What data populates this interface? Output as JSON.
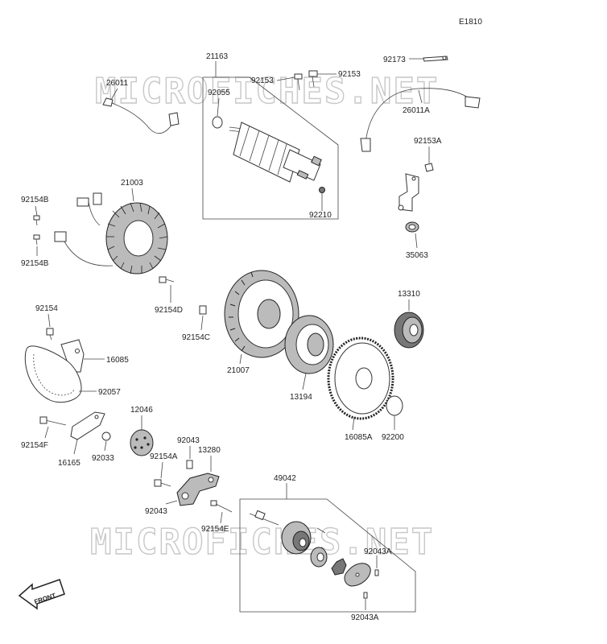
{
  "diagram": {
    "code": "E1810",
    "watermark": "MICROFICHES.NET",
    "front_label": "FRONT",
    "labels": {
      "p21163": "21163",
      "p92055": "92055",
      "p92153a": "92153",
      "p92153b": "92153",
      "p92210": "92210",
      "p26011": "26011",
      "p92173": "92173",
      "p26011A": "26011A",
      "p92153A": "92153A",
      "p35063": "35063",
      "p92154B_top": "92154B",
      "p92154B_bot": "92154B",
      "p21003": "21003",
      "p92154D": "92154D",
      "p92154C": "92154C",
      "p92154": "92154",
      "p16085": "16085",
      "p92057": "92057",
      "p21007": "21007",
      "p13194": "13194",
      "p13310": "13310",
      "p16085A": "16085A",
      "p92200": "92200",
      "p12046": "12046",
      "p92154F": "92154F",
      "p16165": "16165",
      "p92033": "92033",
      "p92043_top": "92043",
      "p92154A": "92154A",
      "p13280": "13280",
      "p92043_bot": "92043",
      "p92154E": "92154E",
      "p49042": "49042",
      "p92043A_top": "92043A",
      "p92043A_bot": "92043A"
    }
  }
}
